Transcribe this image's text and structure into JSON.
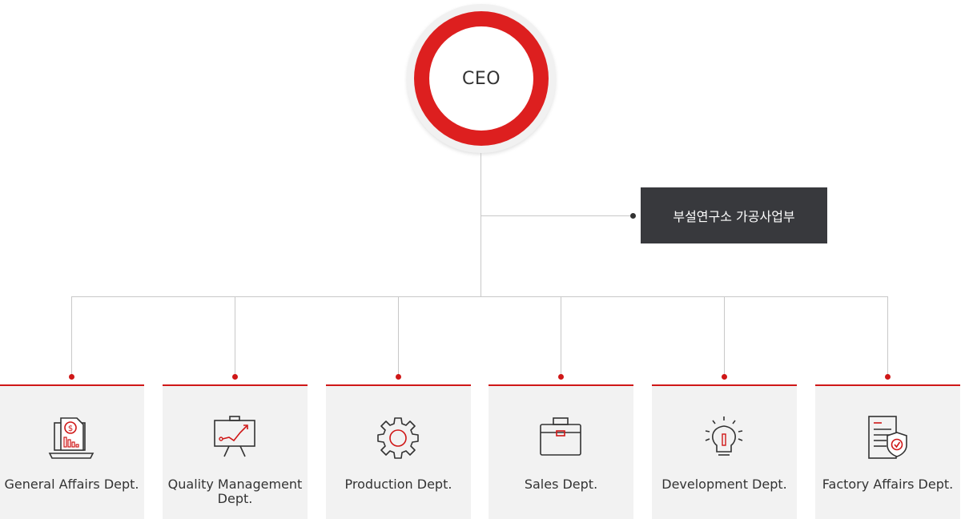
{
  "ceo": {
    "label": "CEO"
  },
  "lab": {
    "label": "부설연구소 가공사업부"
  },
  "departments": [
    {
      "name": "General Affairs Dept.",
      "lines": [
        "General Affairs Dept."
      ],
      "icon": "finance-report-icon"
    },
    {
      "name": "Quality Management Dept.",
      "lines": [
        "Quality Management",
        "Dept."
      ],
      "icon": "presentation-chart-icon"
    },
    {
      "name": "Production Dept.",
      "lines": [
        "Production Dept."
      ],
      "icon": "gear-icon"
    },
    {
      "name": "Sales Dept.",
      "lines": [
        "Sales Dept."
      ],
      "icon": "briefcase-icon"
    },
    {
      "name": "Development Dept.",
      "lines": [
        "Development Dept."
      ],
      "icon": "lightbulb-icon"
    },
    {
      "name": "Factory Affairs Dept.",
      "lines": [
        "Factory Affairs Dept."
      ],
      "icon": "document-shield-icon"
    }
  ],
  "colors": {
    "accent": "#cf1717",
    "ring": "#dd1f1f",
    "dark_box": "#38393d",
    "connector": "#c8c8c8",
    "card_bg": "#f2f2f2"
  }
}
